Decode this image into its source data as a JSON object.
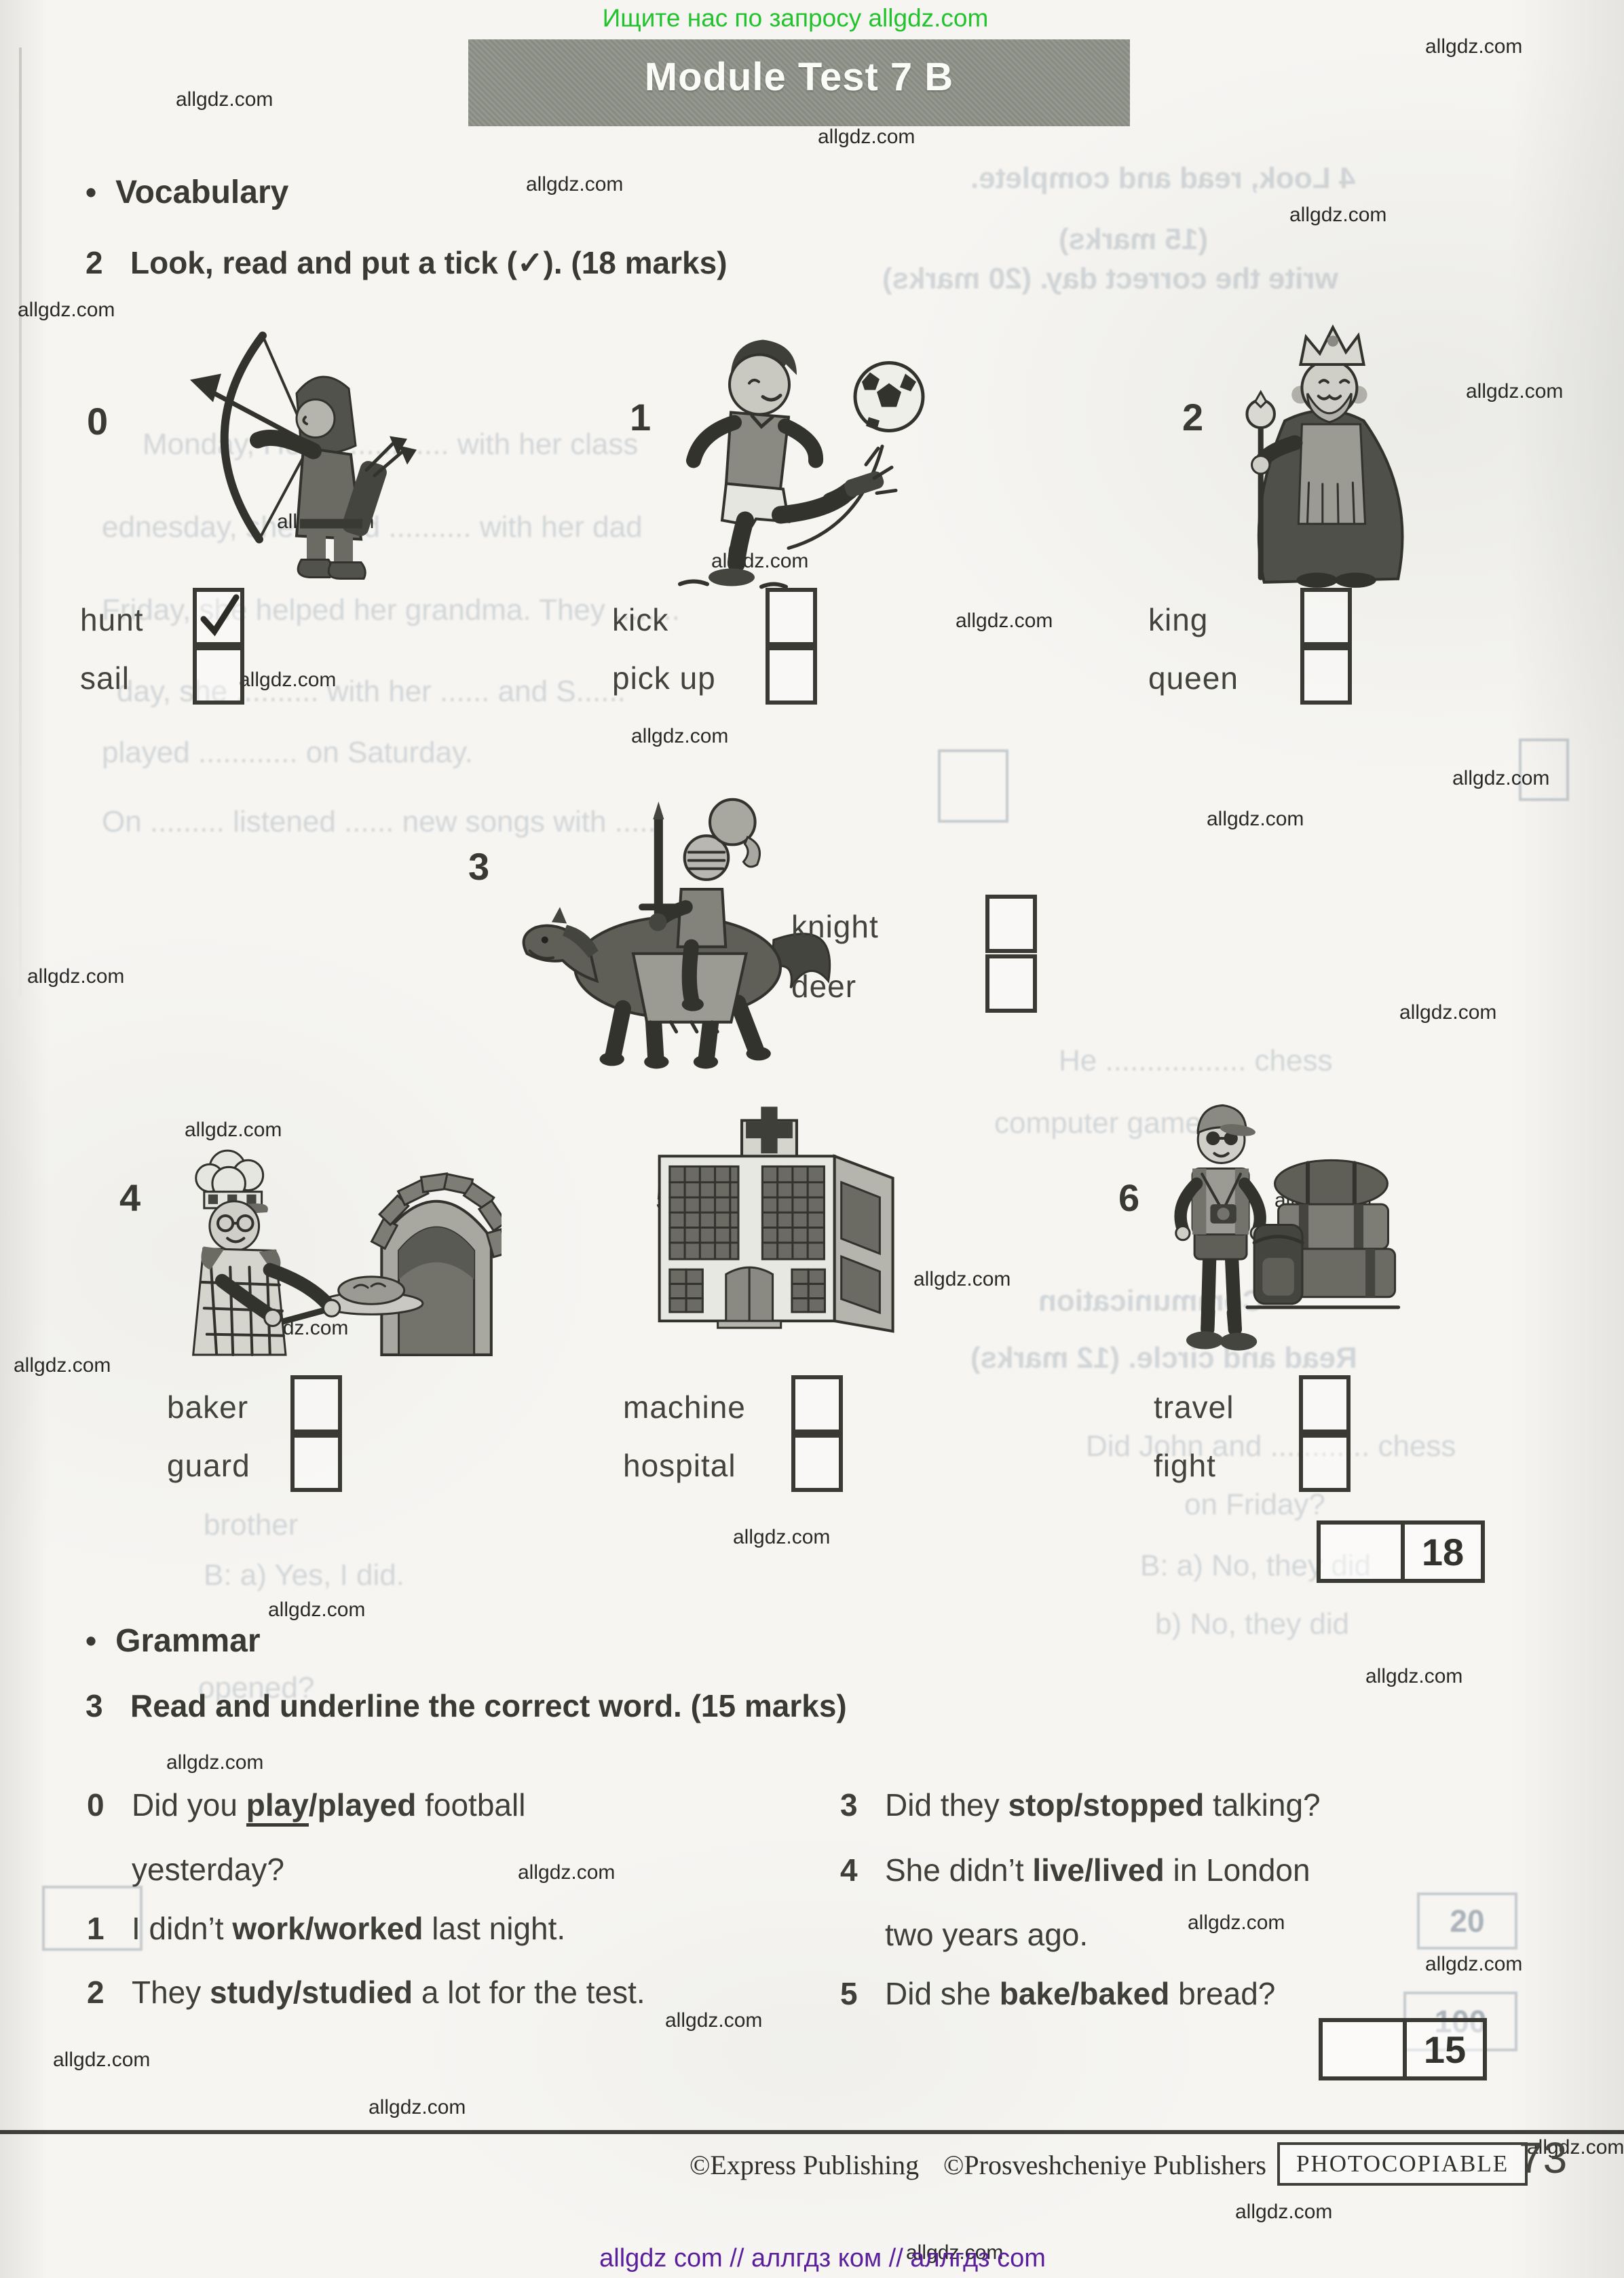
{
  "banner": {
    "text": "Ищите нас по запросу allgdz.com",
    "color": "#22c32c"
  },
  "watermark": {
    "text": "allgdz.com"
  },
  "header": {
    "title": "Module Test 7 B"
  },
  "vocabulary": {
    "bullet": "•",
    "heading": "Vocabulary",
    "task_number": "2",
    "task_text": "Look, read and put a tick (✓). (18 marks)",
    "items": [
      {
        "number": "0",
        "image": "archer-hunting-with-bow",
        "options": [
          {
            "label": "hunt",
            "checked": true
          },
          {
            "label": "sail",
            "checked": false
          }
        ]
      },
      {
        "number": "1",
        "image": "boy-kicking-football",
        "options": [
          {
            "label": "kick",
            "checked": false
          },
          {
            "label": "pick up",
            "checked": false
          }
        ]
      },
      {
        "number": "2",
        "image": "king-with-crown-and-sceptre",
        "options": [
          {
            "label": "king",
            "checked": false
          },
          {
            "label": "queen",
            "checked": false
          }
        ]
      },
      {
        "number": "3",
        "image": "knight-riding-horse",
        "options": [
          {
            "label": "knight",
            "checked": false
          },
          {
            "label": "deer",
            "checked": false
          }
        ]
      },
      {
        "number": "4",
        "image": "baker-putting-bread-in-oven",
        "options": [
          {
            "label": "baker",
            "checked": false
          },
          {
            "label": "guard",
            "checked": false
          }
        ]
      },
      {
        "number": "5",
        "image": "hospital-building",
        "options": [
          {
            "label": "machine",
            "checked": false
          },
          {
            "label": "hospital",
            "checked": false
          }
        ]
      },
      {
        "number": "6",
        "image": "traveller-with-luggage",
        "options": [
          {
            "label": "travel",
            "checked": false
          },
          {
            "label": "fight",
            "checked": false
          }
        ]
      }
    ],
    "score": "18"
  },
  "grammar": {
    "bullet": "•",
    "heading": "Grammar",
    "task_number": "3",
    "task_text": "Read and underline the correct word. (15 marks)",
    "slash": "/",
    "items": [
      {
        "number": "0",
        "pre": "Did you ",
        "word1": "play",
        "word2": "played",
        "post": " football",
        "post2": "yesterday?",
        "underlined": "play"
      },
      {
        "number": "1",
        "pre": "I didn’t ",
        "word1": "work",
        "word2": "worked",
        "post": " last night.",
        "post2": ""
      },
      {
        "number": "2",
        "pre": "They ",
        "word1": "study",
        "word2": "studied",
        "post": " a lot for the test.",
        "post2": ""
      },
      {
        "number": "3",
        "pre": "Did they ",
        "word1": "stop",
        "word2": "stopped",
        "post": " talking?",
        "post2": ""
      },
      {
        "number": "4",
        "pre": "She didn’t ",
        "word1": "live",
        "word2": "lived",
        "post": " in London",
        "post2": "two years ago.",
        "underlined": ""
      },
      {
        "number": "5",
        "pre": "Did she ",
        "word1": "bake",
        "word2": "baked",
        "post": " bread?",
        "post2": ""
      }
    ],
    "score": "15"
  },
  "footer": {
    "publisher1": "©Express Publishing",
    "publisher2": "©Prosveshcheniye Publishers",
    "photocopiable": "PHOTOCOPIABLE",
    "page_number": "73"
  },
  "bottom_line": {
    "text": "allgdz com  //  аллгдз ком  //  аллгдз com",
    "color": "#5b1f9d"
  },
  "ghost": {
    "g1": "4 Look, read and complete.",
    "g2": "(15 marks)",
    "g3": "write the correct day. (20 marks)",
    "g4": "Monday, Helen ............ with her class",
    "g5": "ednesday, she sailed .......... with her dad",
    "g6": "Friday, she helped her grandma. They ........",
    "g7": "day, she .......... with her ...... and S......",
    "g8": "played ............ on Saturday.",
    "g9": "On ......... listened ...... new songs with ......",
    "g10": "He ................. chess",
    "g11": "computer games",
    "g12": "Communication",
    "g13": "Read and circle. (12 marks)",
    "g14": "Did John and ............ chess",
    "g15": "on Friday?",
    "g16": "B: a) No, they did",
    "g17": "b) No, they did",
    "g18": "B: a) Yes, I did.",
    "g19": "brother",
    "g20": "opened?",
    "g21": "20",
    "g22": "100"
  }
}
